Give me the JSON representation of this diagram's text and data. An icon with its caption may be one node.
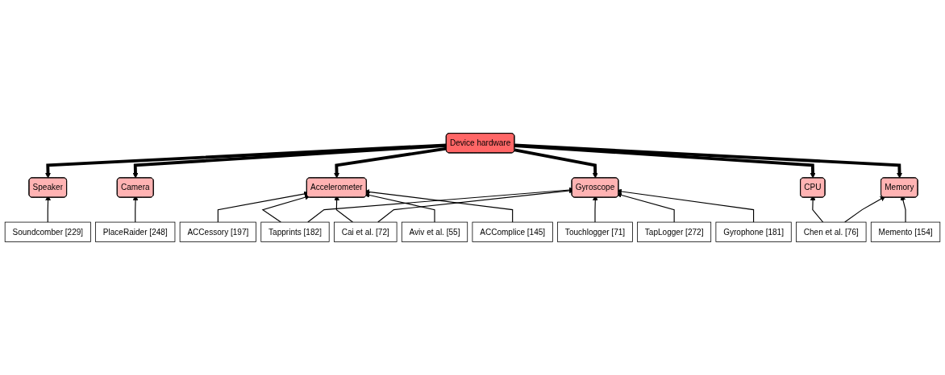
{
  "diagram": {
    "nodes": [
      {
        "text": [
          "Soundcomber [229]"
        ]
      },
      {
        "text": [
          "Speaker"
        ]
      },
      {
        "text": [
          "PlaceRaider [248]"
        ]
      },
      {
        "text": [
          "Camera"
        ]
      },
      {
        "text": [
          "Device hardware"
        ]
      },
      {
        "text": [
          "Accelerometer"
        ]
      },
      {
        "text": [
          "Gyroscope"
        ]
      },
      {
        "text": [
          "CPU"
        ]
      },
      {
        "text": [
          "Memory"
        ]
      },
      {
        "text": [
          "ACCessory [197]"
        ]
      },
      {
        "text": [
          "Touchlogger [71]"
        ]
      },
      {
        "text": [
          "Chen et al. [76]"
        ]
      },
      {
        "text": [
          "Memento [154]"
        ]
      },
      {
        "text": [
          "Tapprints [182]"
        ]
      },
      {
        "text": [
          "TapLogger [272]"
        ]
      },
      {
        "text": [
          "Cai et al. [72]"
        ]
      },
      {
        "text": [
          "Gyrophone [181]"
        ]
      },
      {
        "text": [
          "Aviv et al. [55]"
        ]
      },
      {
        "text": [
          "ACComplice [145]"
        ]
      }
    ],
    "edges": [
      {
        "from": 0,
        "to": 1,
        "arrow": "to"
      },
      {
        "from": 2,
        "to": 3,
        "arrow": "to"
      },
      {
        "from": 4,
        "to": 1,
        "arrow": "to",
        "style": "thick"
      },
      {
        "from": 4,
        "to": 3,
        "arrow": "to",
        "style": "thick"
      },
      {
        "from": 4,
        "to": 5,
        "arrow": "to",
        "style": "thick"
      },
      {
        "from": 4,
        "to": 6,
        "arrow": "to",
        "style": "thick"
      },
      {
        "from": 4,
        "to": 7,
        "arrow": "to",
        "style": "thick"
      },
      {
        "from": 4,
        "to": 8,
        "arrow": "to",
        "style": "thick"
      },
      {
        "from": 9,
        "to": 5,
        "arrow": "to"
      },
      {
        "from": 13,
        "to": 5,
        "arrow": "to"
      },
      {
        "from": 15,
        "to": 5,
        "arrow": "to"
      },
      {
        "from": 17,
        "to": 5,
        "arrow": "to"
      },
      {
        "from": 18,
        "to": 5,
        "arrow": "to"
      },
      {
        "from": 10,
        "to": 6,
        "arrow": "to"
      },
      {
        "from": 14,
        "to": 6,
        "arrow": "to"
      },
      {
        "from": 16,
        "to": 6,
        "arrow": "to"
      },
      {
        "from": 13,
        "to": 6,
        "arrow": "to"
      },
      {
        "from": 15,
        "to": 6,
        "arrow": "to"
      },
      {
        "from": 11,
        "to": 7,
        "arrow": "to"
      },
      {
        "from": 11,
        "to": 8,
        "arrow": "to"
      },
      {
        "from": 12,
        "to": 8,
        "arrow": "to"
      }
    ]
  }
}
